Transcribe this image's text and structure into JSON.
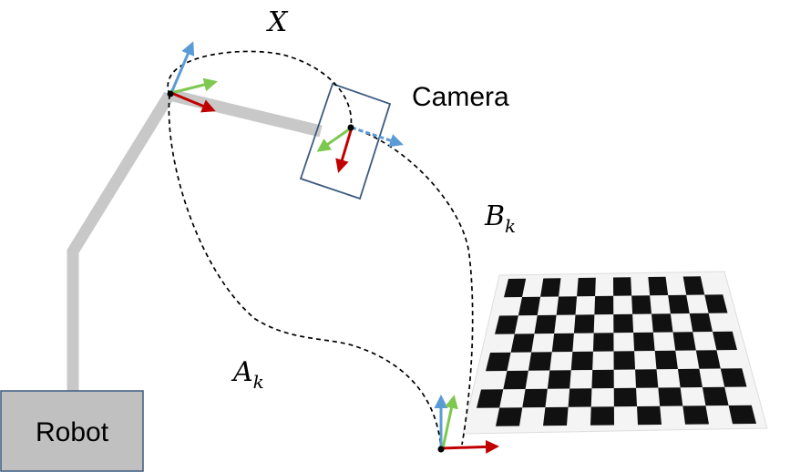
{
  "labels": {
    "x": "X",
    "camera": "Camera",
    "b_main": "B",
    "b_sub": "k",
    "a_main": "A",
    "a_sub": "k",
    "robot": "Robot"
  },
  "colors": {
    "robot_box_fill": "#c0c0c0",
    "robot_box_stroke": "#3c5a80",
    "arm": "#c8c8c8",
    "camera_stroke": "#3c5a80",
    "axis_x": "#c00000",
    "axis_y": "#7ec850",
    "axis_z": "#5b9bd5",
    "path": "#000000"
  },
  "icons": [
    "robot-base",
    "camera-frame",
    "checkerboard",
    "coordinate-frame"
  ]
}
